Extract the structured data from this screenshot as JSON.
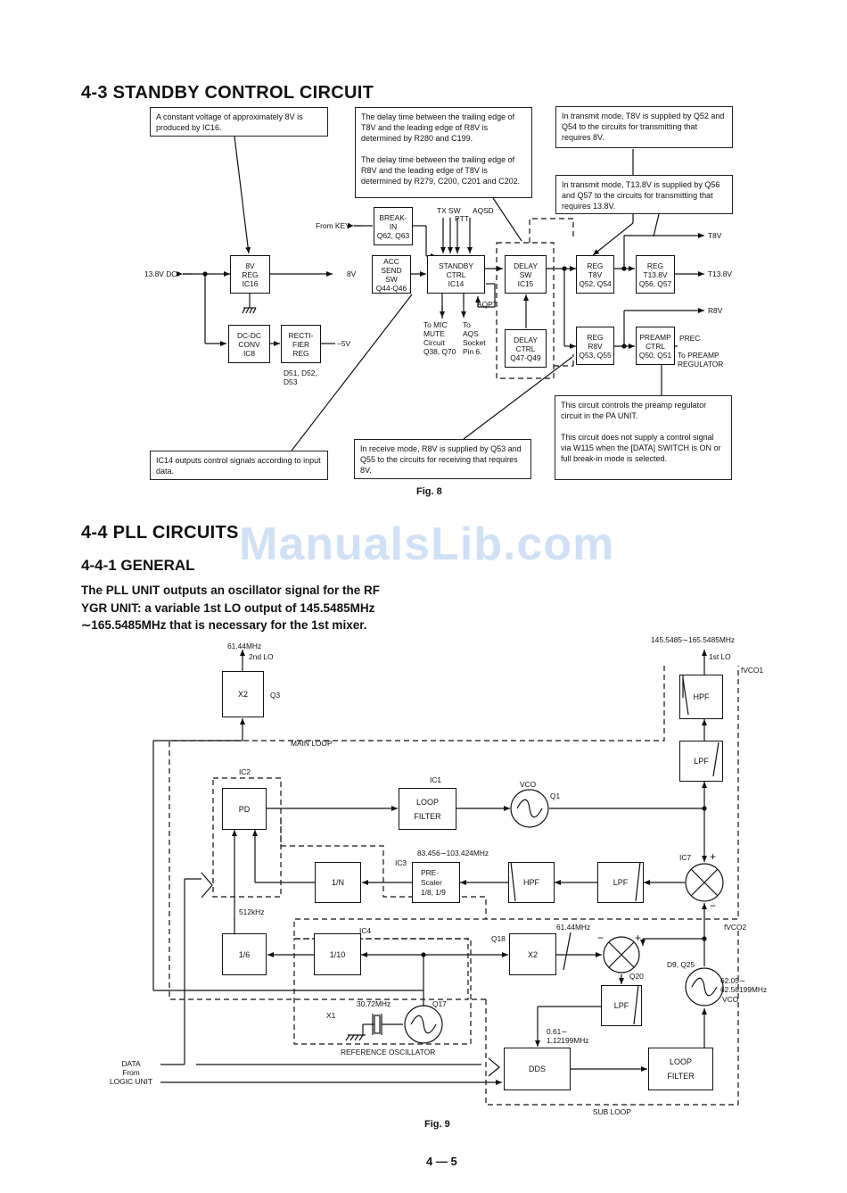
{
  "section_43": {
    "title": "4-3 STANDBY CONTROL CIRCUIT"
  },
  "fig8": {
    "notes": {
      "n_ic16": [
        "A constant voltage of approximately 8V is produced by IC16."
      ],
      "n_delay": [
        "The delay time between the trailing edge of T8V and the leading edge of R8V is determined by R280 and C199.",
        "The delay time between the trailing edge of R8V and the leading edge of T8V is determined by R279, C200, C201 and C202."
      ],
      "n_t8v": [
        "In transmit mode, T8V is supplied by Q52 and Q54 to the circuits for transmitting that requires 8V."
      ],
      "n_t138": [
        "In transmit mode, T13.8V is supplied by Q56 and Q57 to the circuits for transmitting that requires 13.8V."
      ],
      "n_preamp": [
        "This circuit controls the preamp regulator circuit in the PA UNIT.",
        "This circuit does not supply a control signal via W115 when the [DATA] SWITCH is ON or full break-in mode is selected."
      ],
      "n_ic14": [
        "IC14 outputs control signals according to input data."
      ],
      "n_r8v": [
        "In receive mode, R8V is supplied by Q53 and Q55 to the circuits for receiving that requires 8V."
      ]
    },
    "blocks": {
      "reg8v": [
        "8V",
        "REG",
        "IC16"
      ],
      "dcdc": [
        "DC-DC",
        "CONV",
        "IC8"
      ],
      "rect": [
        "RECTI-",
        "FIER",
        "REG"
      ],
      "breakin": [
        "BREAK-",
        "IN",
        "Q62, Q63"
      ],
      "acc": [
        "ACC",
        "SEND",
        "SW",
        "Q44-Q46"
      ],
      "standby": [
        "STANDBY",
        "CTRL",
        "IC14"
      ],
      "delaysw": [
        "DELAY",
        "SW",
        "IC15"
      ],
      "delayctrl": [
        "DELAY",
        "CTRL",
        "Q47-Q49"
      ],
      "regt8v": [
        "REG",
        "T8V",
        "Q52, Q54"
      ],
      "regt138": [
        "REG",
        "T13.8V",
        "Q56, Q57"
      ],
      "regr8v": [
        "REG",
        "R8V",
        "Q53, Q55"
      ],
      "preamp": [
        "PREAMP",
        "CTRL",
        "Q50, Q51"
      ]
    },
    "labels": {
      "in138": "13.8V DC",
      "out8v": "8V",
      "outm5v": "−5V",
      "diodes": [
        "D51, D52,",
        "D53"
      ],
      "fromkey": "From KEY",
      "txsw": "TX SW",
      "ptt": "PTT",
      "aqsd": "AQSD",
      "aqpt": "AQPT",
      "micmute": [
        "To MIC",
        "MUTE",
        "Circuit",
        "Q38, Q70"
      ],
      "aqs": [
        "To",
        "AQS",
        "Socket",
        "Pin 6."
      ],
      "t8v": "T8V",
      "t138v": "T13.8V",
      "r8v": "R8V",
      "prec": "PREC",
      "topreamp": [
        "To PREAMP",
        "REGULATOR"
      ]
    },
    "caption": "Fig. 8"
  },
  "section_44": {
    "title": "4-4 PLL CIRCUITS"
  },
  "section_441": {
    "title": "4-4-1 GENERAL",
    "body": [
      "The PLL UNIT outputs an oscillator signal for the RF",
      "YGR UNIT: a variable 1st LO output of 145.5485MHz",
      "∼165.5485MHz that is necessary for the 1st mixer."
    ]
  },
  "fig9": {
    "blocks": {
      "x2_q3": "X2",
      "pd": "PD",
      "loopfilter1": [
        "LOOP",
        "FILTER"
      ],
      "hpf_top": "HPF",
      "lpf_top": "LPF",
      "onen": "1/N",
      "prescaler": [
        "PRE-",
        "Scaler",
        "1/8, 1/9"
      ],
      "hpf_mid": "HPF",
      "lpf_mid": "LPF",
      "div6": "1/6",
      "div10": "1/10",
      "x2_q18": "X2",
      "lpf_sub": "LPF",
      "dds": "DDS",
      "loopfilter2": [
        "LOOP",
        "FILTER"
      ]
    },
    "labels": {
      "f6144_top": "61.44MHz",
      "lo2": "2nd LO",
      "q3": "Q3",
      "range_top": "145.5485∼165.5485MHz",
      "lo1": "1st LO",
      "fvco1": "fVCO1",
      "mainloop": "MAIN LOOP",
      "ic2": "IC2",
      "ic1": "IC1",
      "vco": "VCO",
      "q1": "Q1",
      "prescale_range": "83.456∼103.424MHz",
      "ic3": "IC3",
      "ic7": "IC7",
      "plus1": "+",
      "minus1": "−",
      "f512": "512kHz",
      "ic4": "IC4",
      "q18": "Q18",
      "f6144_mid": "61.44MHz",
      "fvco2": "fVCO2",
      "minus2": "−",
      "plus2": "+",
      "q20": "Q20",
      "d9q25": "D9, Q25",
      "vco2_range": [
        "62.05∼",
        "62.56199MHz"
      ],
      "vco2": "VCO",
      "q17": "Q17",
      "f3072": "30.72MHz",
      "x1": "X1",
      "refosc": "REFERENCE OSCILLATOR",
      "f061": [
        "0.61∼",
        "1.12199MHz"
      ],
      "data_from": [
        "DATA",
        "From",
        "LOGIC UNIT"
      ],
      "subloop": "SUB LOOP"
    },
    "caption": "Fig. 9"
  },
  "page_number": "4 — 5",
  "watermark": "ManualsLib.com"
}
